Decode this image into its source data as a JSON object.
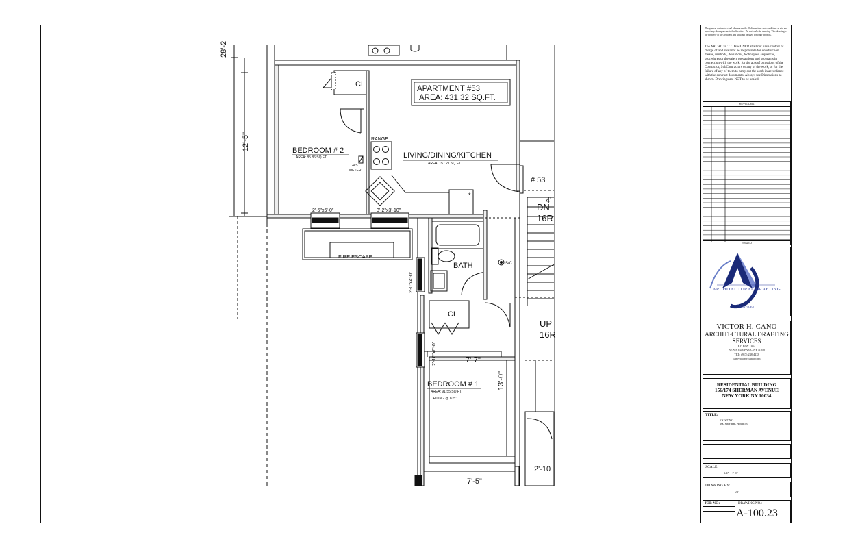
{
  "sheet": {
    "plan": {
      "apartment_title": "APARTMENT #53",
      "apartment_area": "AREA: 431.32 SQ.FT.",
      "bedroom2_label": "BEDROOM # 2",
      "bedroom2_area": "AREA: 85.86 SQ.FT.",
      "living_label": "LIVING/DINING/KITCHEN",
      "living_area": "AREA: 157.21 SQ.FT.",
      "bath_label": "BATH",
      "bedroom1_label": "BEDROOM # 1",
      "bedroom1_area": "AREA: 91.55 SQ.FT.",
      "bedroom1_ceiling": "CEILING @ 8'-5\"",
      "closet_label_1": "CL",
      "closet_label_2": "CL",
      "range_label": "RANGE",
      "gas_meter_label_1": "GAS",
      "gas_meter_label_2": "METER",
      "fire_escape_label": "FIRE ESCAPE",
      "window_1": "2'-6\"x6'-0\"",
      "window_2": "3'-2\"x3'-10\"",
      "window_3": "2'-0\"x4'-0\"",
      "window_4": "2'-10\"x6'-0\"",
      "dim_top": "28'-2",
      "dim_bedroom2": "12'-5\"",
      "dim_width_1": "7'-7\"",
      "dim_bedroom1": "13'-0\"",
      "dim_width_2": "7'-5\"",
      "dim_right": "2'-10",
      "stair_dim": "4'",
      "unit_tag": "# 53",
      "stair_down": "DN",
      "stair_down_risers": "16R",
      "stair_up": "UP",
      "stair_up_risers": "16R",
      "smoke_detector": "S/C"
    },
    "title_block": {
      "note_1": "The general contractor shall observe verify all dimensions and conditions at site and report any discrepancies to the Architect. Do not scale the drawing. This drawing is the property of the architect and shall not be used for other projects.",
      "note_2": "The ARCHITECT / DESIGNER shall not have control or charge of and shall not be responsible for construction means, methods, deviations, techniques, sequences, procedures or the safety precautions and programs in connection with the work, for the acts of omissions of the Contractor, SubContractors or any of the work, or for the failure of any of them to carry out the work in accordance with the contract documents. Always use Dimensions as shown. Drawings are NOT to be scaled.",
      "revisions_header": "REVISIONS",
      "revisions_footer": "ISSUED",
      "logo_text": "ARCHITECTURAL DRAFTING",
      "logo_sub": "SERVICES",
      "firm_name": "VICTOR H. CANO",
      "firm_line_2": "ARCHITECTURAL DRAFTING",
      "firm_line_3": "SERVICES",
      "firm_po": "P.O.BOX 1054",
      "firm_city": "NEW HYDE PARK, NY 11040",
      "firm_tel": "TEL: (917) 238-4233",
      "firm_email": "canovictor@yahoo.com",
      "project_line_1": "RESIDENTIAL BUILDING",
      "project_line_2": "156/174 SHERMAN AVENUE",
      "project_line_3": "NEW YORK NY 10034",
      "title_label": "TITLE:",
      "title_value_1": "EXISTING",
      "title_value_2": "160 Sherman, Apt # 53",
      "scale_label": "SCALE:",
      "scale_value": "1/4\" = 1'-0\"",
      "drawn_by_label": "DRAWING BY:",
      "drawn_by_value": "V.C.",
      "job_no_label": "JOB NO:",
      "drawing_no_label": "DRAWING NO.:",
      "drawing_no_value": "A-100.23"
    }
  }
}
